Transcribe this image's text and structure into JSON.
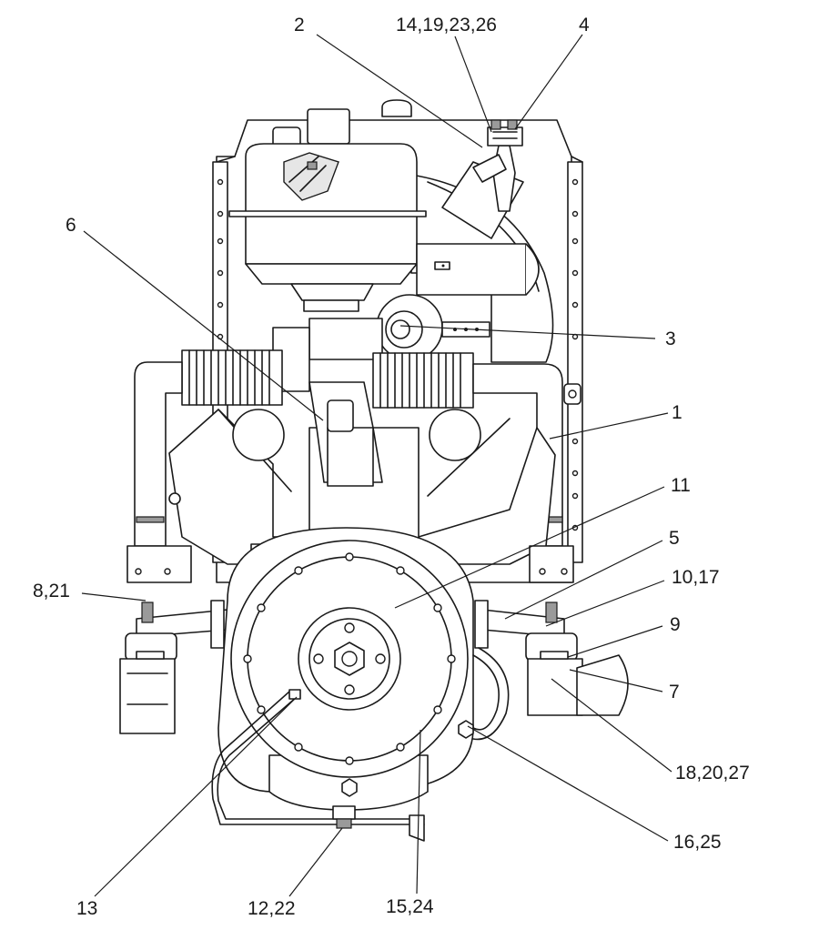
{
  "callouts": [
    {
      "id": "c1",
      "label": "1"
    },
    {
      "id": "c2",
      "label": "2"
    },
    {
      "id": "c3",
      "label": "3"
    },
    {
      "id": "c4",
      "label": "4"
    },
    {
      "id": "c5",
      "label": "5"
    },
    {
      "id": "c6",
      "label": "6"
    },
    {
      "id": "c7",
      "label": "7"
    },
    {
      "id": "c9",
      "label": "9"
    },
    {
      "id": "c8-21",
      "label": "8,21"
    },
    {
      "id": "c10-17",
      "label": "10,17"
    },
    {
      "id": "c11",
      "label": "11"
    },
    {
      "id": "c12-22",
      "label": "12,22"
    },
    {
      "id": "c13",
      "label": "13"
    },
    {
      "id": "c14-19-23-26",
      "label": "14,19,23,26"
    },
    {
      "id": "c15-24",
      "label": "15,24"
    },
    {
      "id": "c16-25",
      "label": "16,25"
    },
    {
      "id": "c18-20-27",
      "label": "18,20,27"
    }
  ],
  "colors": {
    "line": "#1a1a1a",
    "fill": "#ffffff",
    "shade": "#d0d0d0",
    "background": "#ffffff"
  }
}
